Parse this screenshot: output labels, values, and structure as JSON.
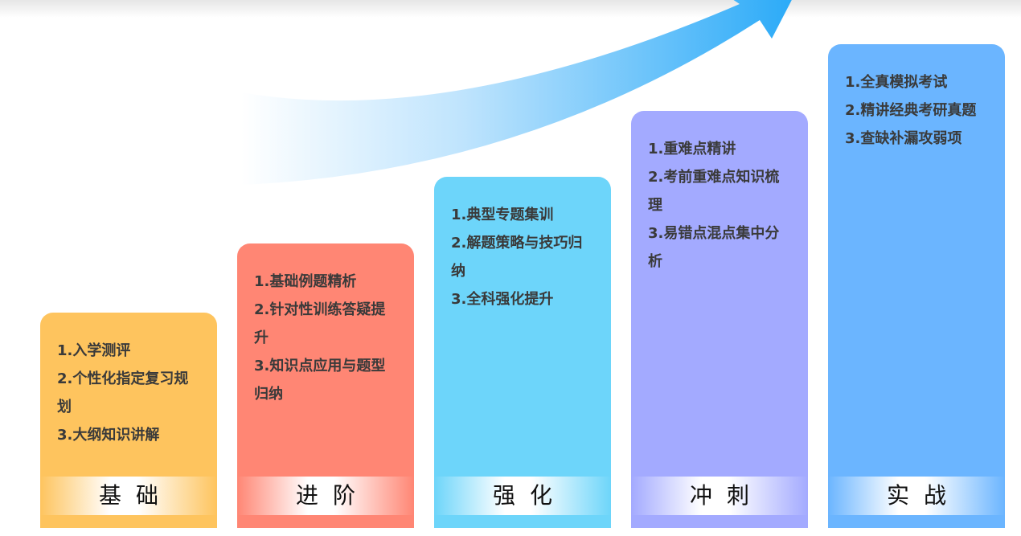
{
  "stages": [
    {
      "name": "基础",
      "color": "#FEC45E",
      "items": [
        "1.入学测评",
        "2.个性化指定复习规划",
        "3.大纲知识讲解"
      ]
    },
    {
      "name": "进阶",
      "color": "#FF8674",
      "items": [
        "1.基础例题精析",
        "2.针对性训练答疑提升",
        "3.知识点应用与题型归纳"
      ]
    },
    {
      "name": "强化",
      "color": "#6DD5FA",
      "items": [
        "1.典型专题集训",
        "2.解题策略与技巧归纳",
        "3.全科强化提升"
      ]
    },
    {
      "name": "冲刺",
      "color": "#A3AAFF",
      "items": [
        "1.重难点精讲",
        "2.考前重难点知识梳理",
        "3.易错点混点集中分析"
      ]
    },
    {
      "name": "实战",
      "color": "#6BB5FF",
      "items": [
        "1.全真模拟考试",
        "2.精讲经典考研真题",
        "3.查缺补漏攻弱项"
      ]
    }
  ]
}
